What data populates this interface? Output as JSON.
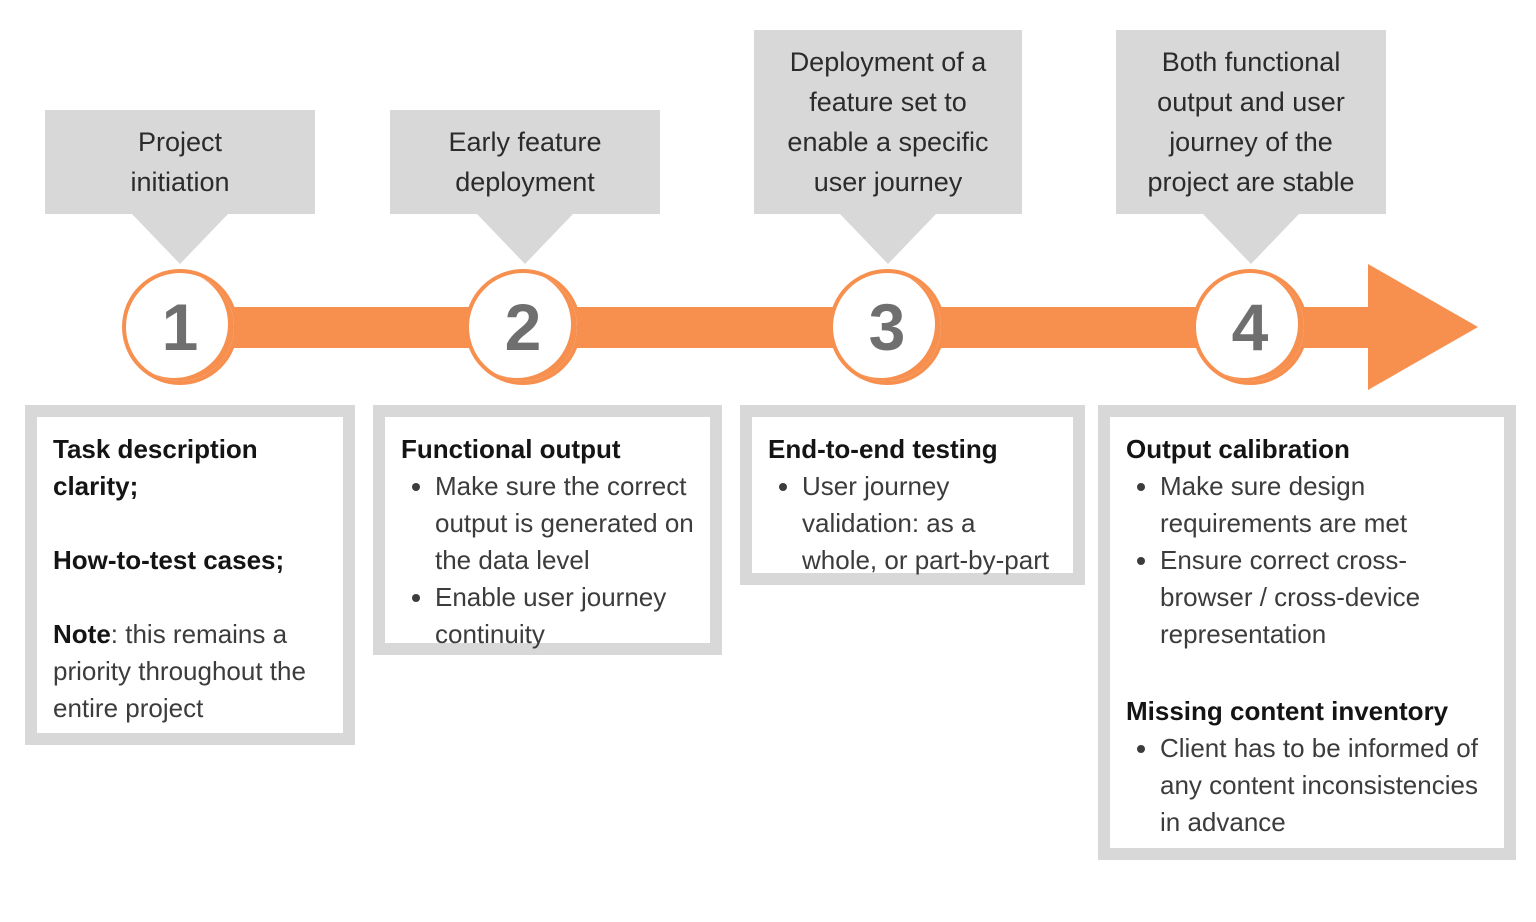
{
  "colors": {
    "accent_orange": "#F78F4F",
    "bubble_gray": "#D8D8D8",
    "number_gray": "#6F6F6F",
    "heading_text": "#141414",
    "body_text": "#3C3C3C"
  },
  "steps": [
    {
      "number": "1",
      "callout": "Project\ninitiation"
    },
    {
      "number": "2",
      "callout": "Early feature\ndeployment"
    },
    {
      "number": "3",
      "callout": "Deployment of a\nfeature set to\nenable a specific\nuser journey"
    },
    {
      "number": "4",
      "callout": "Both functional\noutput and user\njourney of the\nproject are stable"
    }
  ],
  "boxes": {
    "box1": {
      "line1": "Task description clarity;",
      "line2": "How-to-test cases;",
      "note_label": "Note",
      "note_text": ": this remains a priority throughout the entire project"
    },
    "box2": {
      "heading": "Functional output",
      "bullets": [
        "Make sure the correct output is generated on the data level",
        "Enable user journey continuity"
      ]
    },
    "box3": {
      "heading": "End-to-end testing",
      "bullets": [
        "User journey validation: as a whole, or part-by-part"
      ]
    },
    "box4": {
      "section1": {
        "heading": "Output calibration",
        "bullets": [
          "Make sure design requirements are met",
          "Ensure correct cross-browser / cross-device representation"
        ]
      },
      "section2": {
        "heading": "Missing content inventory",
        "bullets": [
          "Client has to be informed of any content inconsistencies in advance"
        ]
      }
    }
  }
}
